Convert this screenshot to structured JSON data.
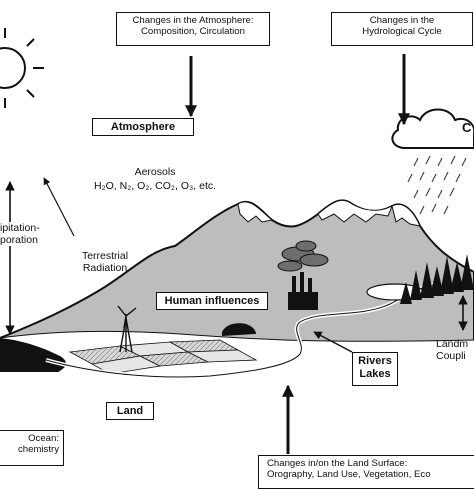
{
  "boxes": {
    "atmosphere_changes": {
      "line1": "Changes in the Atmosphere:",
      "line2": "Composition, Circulation"
    },
    "hydro_changes": {
      "line1": "Changes in the",
      "line2": "Hydrological Cycle"
    },
    "land_changes": {
      "line1": "Changes in/on the Land Surface:",
      "line2": "Orography, Land Use, Vegetation, Eco"
    },
    "ocean": {
      "line1": "Ocean:",
      "line2": "chemistry"
    }
  },
  "labels": {
    "atmosphere": "Atmosphere",
    "aerosols": "Aerosols",
    "gases": "H₂O, N₂, O₂, CO₂, O₃, etc.",
    "precip_line1": "ipitation-",
    "precip_line2": "poration",
    "terrestrial_line1": "Terrestrial",
    "terrestrial_line2": "Radiation",
    "human_influences": "Human influences",
    "rivers": "Rivers",
    "lakes": "Lakes",
    "land": "Land",
    "land_coupling_line1": "Landm",
    "land_coupling_line2": "Coupli",
    "cut_letter": "C"
  }
}
